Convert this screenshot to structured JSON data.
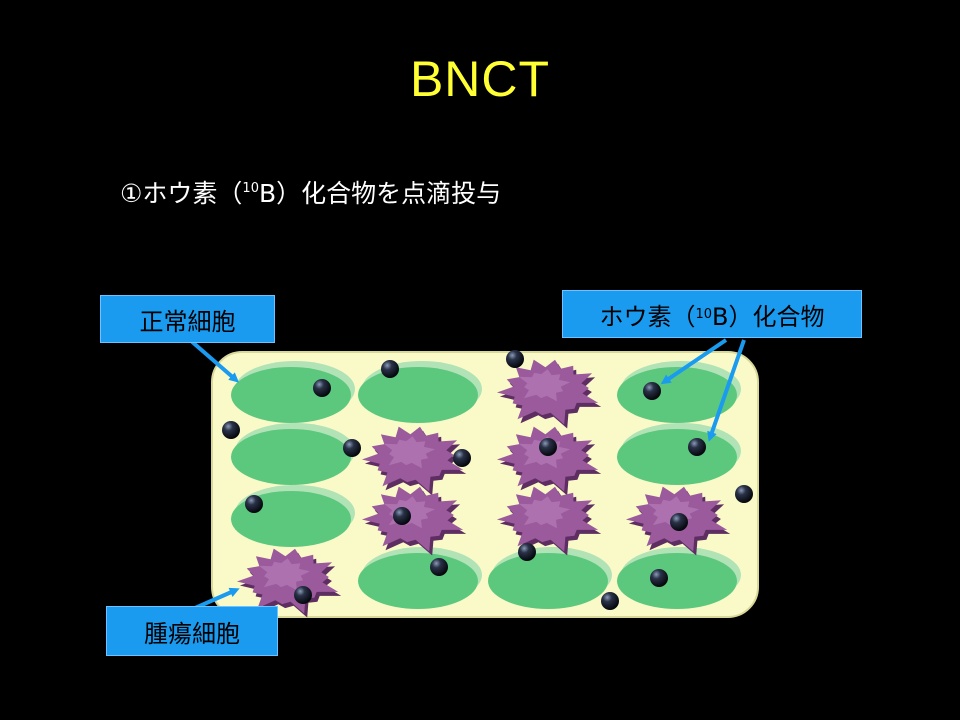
{
  "title": "BNCT",
  "step": {
    "prefix": "①ホウ素（",
    "isotope": "10",
    "suffix": "B）化合物を点滴投与"
  },
  "labels": {
    "normal_cell": "正常細胞",
    "boron_compound": {
      "prefix": "ホウ素（",
      "isotope": "10",
      "suffix": "B）化合物"
    },
    "tumor_cell": "腫瘍細胞"
  },
  "colors": {
    "background": "#000000",
    "title": "#ffff33",
    "tissue": "#fafac8",
    "normal_cell": "#5cc87e",
    "tumor_cell": "#9a5a9c",
    "boron": "#1b2233",
    "label_box": "#1a9bf0",
    "arrow": "#1a9bf0"
  }
}
